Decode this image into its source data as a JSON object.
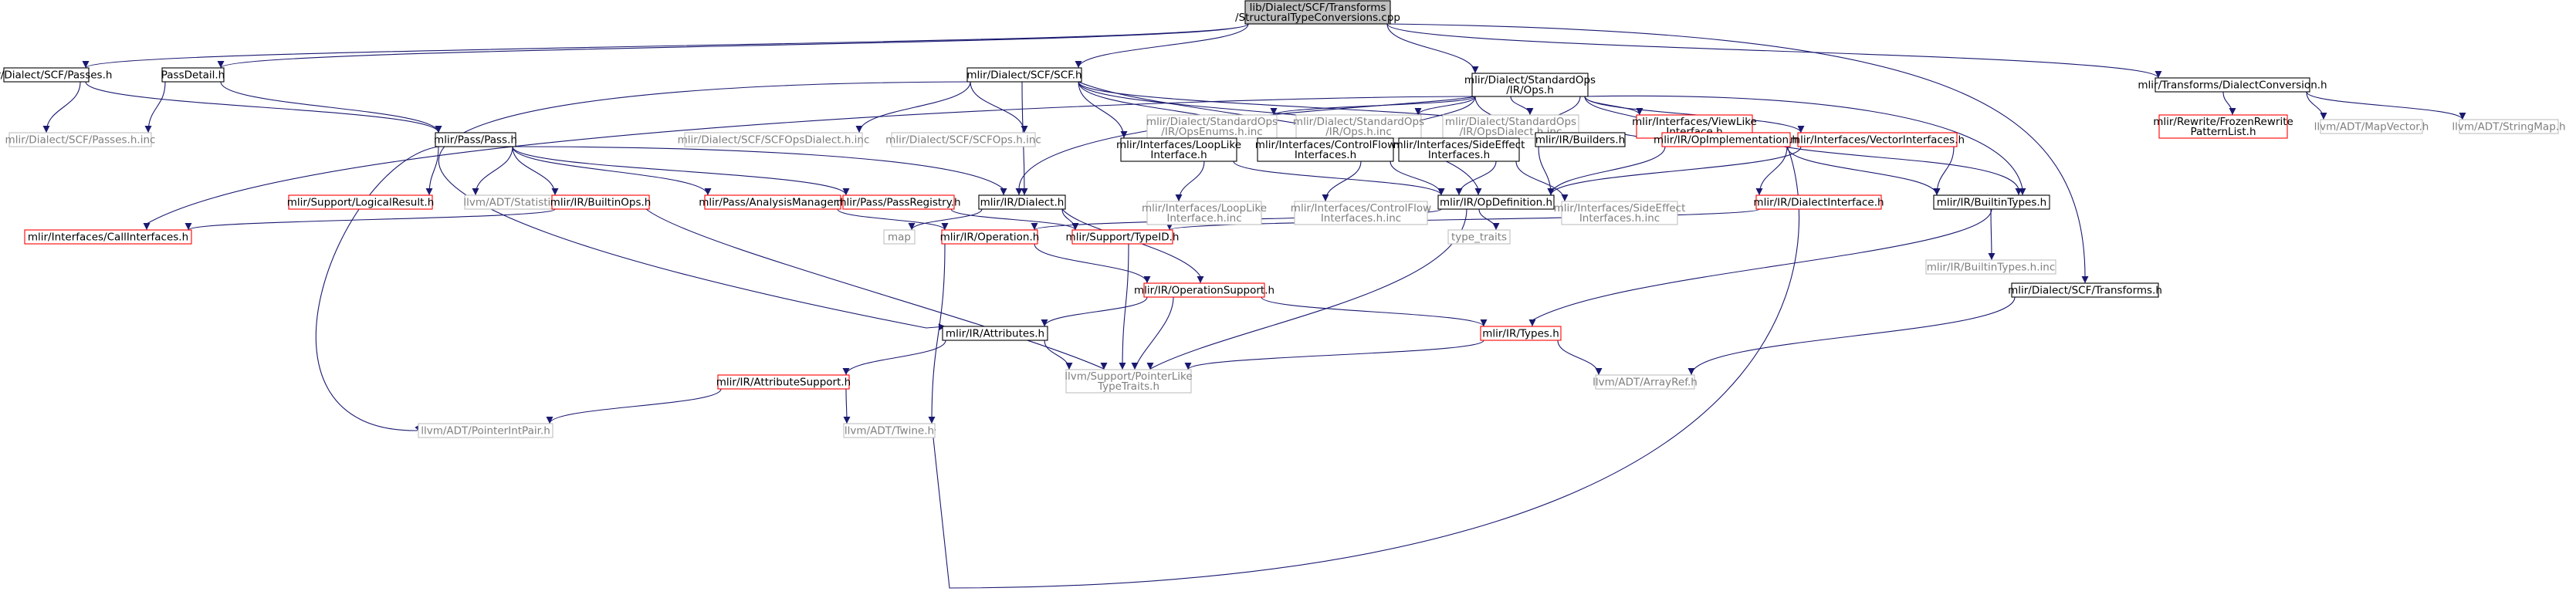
{
  "colors": {
    "edge": "#191970",
    "border_local": "#000000",
    "border_external": "#bfbfbf",
    "border_incomplete": "#ff0000",
    "fill_root": "#bfbfbf",
    "fill_node": "#ffffff",
    "text_local": "#000000",
    "text_external": "#7f7f7f"
  },
  "nodes": [
    {
      "id": "root",
      "kind": "root",
      "lines": [
        "lib/Dialect/SCF/Transforms",
        "/StructuralTypeConversions.cpp"
      ]
    },
    {
      "id": "scf_passes_h",
      "kind": "local",
      "lines": [
        "mlir/Dialect/SCF/Passes.h"
      ]
    },
    {
      "id": "passdetail_h",
      "kind": "local",
      "lines": [
        "PassDetail.h"
      ]
    },
    {
      "id": "scf_h",
      "kind": "local",
      "lines": [
        "mlir/Dialect/SCF/SCF.h"
      ]
    },
    {
      "id": "std_ops_h",
      "kind": "local",
      "lines": [
        "mlir/Dialect/StandardOps",
        "/IR/Ops.h"
      ]
    },
    {
      "id": "dialectconv_h",
      "kind": "local",
      "lines": [
        "mlir/Transforms/DialectConversion.h"
      ]
    },
    {
      "id": "std_opsenums_inc",
      "kind": "external",
      "lines": [
        "mlir/Dialect/StandardOps",
        "/IR/OpsEnums.h.inc"
      ]
    },
    {
      "id": "std_ops_h_inc",
      "kind": "external",
      "lines": [
        "mlir/Dialect/StandardOps",
        "/IR/Ops.h.inc"
      ]
    },
    {
      "id": "std_opsdialect_inc",
      "kind": "external",
      "lines": [
        "mlir/Dialect/StandardOps",
        "/IR/OpsDialect.h.inc"
      ]
    },
    {
      "id": "viewlike_h",
      "kind": "incomplete",
      "lines": [
        "mlir/Interfaces/ViewLike",
        "Interface.h"
      ]
    },
    {
      "id": "frozenrewrite_h",
      "kind": "incomplete",
      "lines": [
        "mlir/Rewrite/FrozenRewrite",
        "PatternList.h"
      ]
    },
    {
      "id": "mapvector_h",
      "kind": "external",
      "lines": [
        "llvm/ADT/MapVector.h"
      ]
    },
    {
      "id": "stringmap_h",
      "kind": "external",
      "lines": [
        "llvm/ADT/StringMap.h"
      ]
    },
    {
      "id": "scf_passes_inc",
      "kind": "external",
      "lines": [
        "mlir/Dialect/SCF/Passes.h.inc"
      ]
    },
    {
      "id": "pass_h",
      "kind": "local",
      "lines": [
        "mlir/Pass/Pass.h"
      ]
    },
    {
      "id": "scfopsdialect_inc",
      "kind": "external",
      "lines": [
        "mlir/Dialect/SCF/SCFOpsDialect.h.inc"
      ]
    },
    {
      "id": "scfops_inc",
      "kind": "external",
      "lines": [
        "mlir/Dialect/SCF/SCFOps.h.inc"
      ]
    },
    {
      "id": "looplike_h",
      "kind": "local",
      "lines": [
        "mlir/Interfaces/LoopLike",
        "Interface.h"
      ]
    },
    {
      "id": "controlflow_h",
      "kind": "local",
      "lines": [
        "mlir/Interfaces/ControlFlow",
        "Interfaces.h"
      ]
    },
    {
      "id": "sideeffect_h",
      "kind": "local",
      "lines": [
        "mlir/Interfaces/SideEffect",
        "Interfaces.h"
      ]
    },
    {
      "id": "builders_h",
      "kind": "local",
      "lines": [
        "mlir/IR/Builders.h"
      ]
    },
    {
      "id": "opimpl_h",
      "kind": "incomplete",
      "lines": [
        "mlir/IR/OpImplementation.h"
      ]
    },
    {
      "id": "vectorifc_h",
      "kind": "incomplete",
      "lines": [
        "mlir/Interfaces/VectorInterfaces.h"
      ]
    },
    {
      "id": "logicalresult_h",
      "kind": "incomplete",
      "lines": [
        "mlir/Support/LogicalResult.h"
      ]
    },
    {
      "id": "statistic_h",
      "kind": "external",
      "lines": [
        "llvm/ADT/Statistic.h"
      ]
    },
    {
      "id": "builtinops_h",
      "kind": "incomplete",
      "lines": [
        "mlir/IR/BuiltinOps.h"
      ]
    },
    {
      "id": "analysismgr_h",
      "kind": "incomplete",
      "lines": [
        "mlir/Pass/AnalysisManager.h"
      ]
    },
    {
      "id": "passregistry_h",
      "kind": "incomplete",
      "lines": [
        "mlir/Pass/PassRegistry.h"
      ]
    },
    {
      "id": "dialect_h",
      "kind": "local",
      "lines": [
        "mlir/IR/Dialect.h"
      ]
    },
    {
      "id": "looplike_inc",
      "kind": "external",
      "lines": [
        "mlir/Interfaces/LoopLike",
        "Interface.h.inc"
      ]
    },
    {
      "id": "controlflow_inc",
      "kind": "external",
      "lines": [
        "mlir/Interfaces/ControlFlow",
        "Interfaces.h.inc"
      ]
    },
    {
      "id": "opdefinition_h",
      "kind": "local",
      "lines": [
        "mlir/IR/OpDefinition.h"
      ]
    },
    {
      "id": "sideeffect_inc",
      "kind": "external",
      "lines": [
        "mlir/Interfaces/SideEffect",
        "Interfaces.h.inc"
      ]
    },
    {
      "id": "dialectifc_h",
      "kind": "incomplete",
      "lines": [
        "mlir/IR/DialectInterface.h"
      ]
    },
    {
      "id": "builtintypes_h",
      "kind": "local",
      "lines": [
        "mlir/IR/BuiltinTypes.h"
      ]
    },
    {
      "id": "callifc_h",
      "kind": "incomplete",
      "lines": [
        "mlir/Interfaces/CallInterfaces.h"
      ]
    },
    {
      "id": "map",
      "kind": "external",
      "lines": [
        "map"
      ]
    },
    {
      "id": "operation_h",
      "kind": "incomplete",
      "lines": [
        "mlir/IR/Operation.h"
      ]
    },
    {
      "id": "typeid_h",
      "kind": "incomplete",
      "lines": [
        "mlir/Support/TypeID.h"
      ]
    },
    {
      "id": "type_traits",
      "kind": "external",
      "lines": [
        "type_traits"
      ]
    },
    {
      "id": "builtintypes_inc",
      "kind": "external",
      "lines": [
        "mlir/IR/BuiltinTypes.h.inc"
      ]
    },
    {
      "id": "opsupport_h",
      "kind": "incomplete",
      "lines": [
        "mlir/IR/OperationSupport.h"
      ]
    },
    {
      "id": "scf_transforms_h",
      "kind": "local",
      "lines": [
        "mlir/Dialect/SCF/Transforms.h"
      ]
    },
    {
      "id": "attributes_h",
      "kind": "local",
      "lines": [
        "mlir/IR/Attributes.h"
      ]
    },
    {
      "id": "types_h",
      "kind": "incomplete",
      "lines": [
        "mlir/IR/Types.h"
      ]
    },
    {
      "id": "attrsupport_h",
      "kind": "incomplete",
      "lines": [
        "mlir/IR/AttributeSupport.h"
      ]
    },
    {
      "id": "pointerliketraits_h",
      "kind": "external",
      "lines": [
        "llvm/Support/PointerLike",
        "TypeTraits.h"
      ]
    },
    {
      "id": "arrayref_h",
      "kind": "external",
      "lines": [
        "llvm/ADT/ArrayRef.h"
      ]
    },
    {
      "id": "pointerintpair_h",
      "kind": "external",
      "lines": [
        "llvm/ADT/PointerIntPair.h"
      ]
    },
    {
      "id": "twine_h",
      "kind": "external",
      "lines": [
        "llvm/ADT/Twine.h"
      ]
    }
  ],
  "edges": [
    [
      "root",
      "scf_passes_h"
    ],
    [
      "root",
      "passdetail_h"
    ],
    [
      "root",
      "scf_h"
    ],
    [
      "root",
      "std_ops_h"
    ],
    [
      "root",
      "dialectconv_h"
    ],
    [
      "root",
      "scf_transforms_h"
    ],
    [
      "scf_passes_h",
      "scf_passes_inc"
    ],
    [
      "scf_passes_h",
      "pass_h"
    ],
    [
      "passdetail_h",
      "scf_passes_inc"
    ],
    [
      "passdetail_h",
      "pass_h"
    ],
    [
      "scf_h",
      "scfopsdialect_inc"
    ],
    [
      "scf_h",
      "scfops_inc"
    ],
    [
      "scf_h",
      "looplike_h"
    ],
    [
      "scf_h",
      "controlflow_h"
    ],
    [
      "scf_h",
      "sideeffect_h"
    ],
    [
      "scf_h",
      "builders_h"
    ],
    [
      "scf_h",
      "dialect_h"
    ],
    [
      "scf_h",
      "opdefinition_h"
    ],
    [
      "scf_h",
      "attributes_h"
    ],
    [
      "std_ops_h",
      "std_opsenums_inc"
    ],
    [
      "std_ops_h",
      "std_ops_h_inc"
    ],
    [
      "std_ops_h",
      "std_opsdialect_inc"
    ],
    [
      "std_ops_h",
      "viewlike_h"
    ],
    [
      "std_ops_h",
      "controlflow_h"
    ],
    [
      "std_ops_h",
      "sideeffect_h"
    ],
    [
      "std_ops_h",
      "builders_h"
    ],
    [
      "std_ops_h",
      "opimpl_h"
    ],
    [
      "std_ops_h",
      "vectorifc_h"
    ],
    [
      "std_ops_h",
      "builtintypes_h"
    ],
    [
      "std_ops_h",
      "dialect_h"
    ],
    [
      "std_ops_h",
      "callifc_h"
    ],
    [
      "dialectconv_h",
      "frozenrewrite_h"
    ],
    [
      "dialectconv_h",
      "mapvector_h"
    ],
    [
      "dialectconv_h",
      "stringmap_h"
    ],
    [
      "viewlike_h",
      "builders_h"
    ],
    [
      "viewlike_h",
      "opimpl_h"
    ],
    [
      "viewlike_h",
      "builtintypes_h"
    ],
    [
      "pass_h",
      "logicalresult_h"
    ],
    [
      "pass_h",
      "statistic_h"
    ],
    [
      "pass_h",
      "builtinops_h"
    ],
    [
      "pass_h",
      "analysismgr_h"
    ],
    [
      "pass_h",
      "passregistry_h"
    ],
    [
      "pass_h",
      "dialect_h"
    ],
    [
      "pass_h",
      "pointerintpair_h"
    ],
    [
      "looplike_h",
      "looplike_inc"
    ],
    [
      "looplike_h",
      "opdefinition_h"
    ],
    [
      "controlflow_h",
      "controlflow_inc"
    ],
    [
      "controlflow_h",
      "opdefinition_h"
    ],
    [
      "sideeffect_h",
      "sideeffect_inc"
    ],
    [
      "sideeffect_h",
      "opdefinition_h"
    ],
    [
      "builders_h",
      "opdefinition_h"
    ],
    [
      "opimpl_h",
      "opdefinition_h"
    ],
    [
      "opimpl_h",
      "dialectifc_h"
    ],
    [
      "opimpl_h",
      "builtintypes_h"
    ],
    [
      "opimpl_h",
      "twine_h"
    ],
    [
      "vectorifc_h",
      "opdefinition_h"
    ],
    [
      "vectorifc_h",
      "builtintypes_h"
    ],
    [
      "builtinops_h",
      "callifc_h"
    ],
    [
      "builtinops_h",
      "pointerliketraits_h"
    ],
    [
      "analysismgr_h",
      "operation_h"
    ],
    [
      "passregistry_h",
      "typeid_h"
    ],
    [
      "dialect_h",
      "map"
    ],
    [
      "dialect_h",
      "typeid_h"
    ],
    [
      "dialect_h",
      "opsupport_h"
    ],
    [
      "opdefinition_h",
      "operation_h"
    ],
    [
      "opdefinition_h",
      "type_traits"
    ],
    [
      "opdefinition_h",
      "pointerliketraits_h"
    ],
    [
      "dialectifc_h",
      "typeid_h"
    ],
    [
      "builtintypes_h",
      "builtintypes_inc"
    ],
    [
      "builtintypes_h",
      "types_h"
    ],
    [
      "operation_h",
      "opsupport_h"
    ],
    [
      "operation_h",
      "twine_h"
    ],
    [
      "typeid_h",
      "pointerliketraits_h"
    ],
    [
      "opsupport_h",
      "attributes_h"
    ],
    [
      "opsupport_h",
      "types_h"
    ],
    [
      "opsupport_h",
      "pointerliketraits_h"
    ],
    [
      "scf_transforms_h",
      "arrayref_h"
    ],
    [
      "attributes_h",
      "attrsupport_h"
    ],
    [
      "attributes_h",
      "pointerliketraits_h"
    ],
    [
      "types_h",
      "pointerliketraits_h"
    ],
    [
      "types_h",
      "arrayref_h"
    ],
    [
      "attrsupport_h",
      "pointerintpair_h"
    ],
    [
      "attrsupport_h",
      "twine_h"
    ]
  ]
}
